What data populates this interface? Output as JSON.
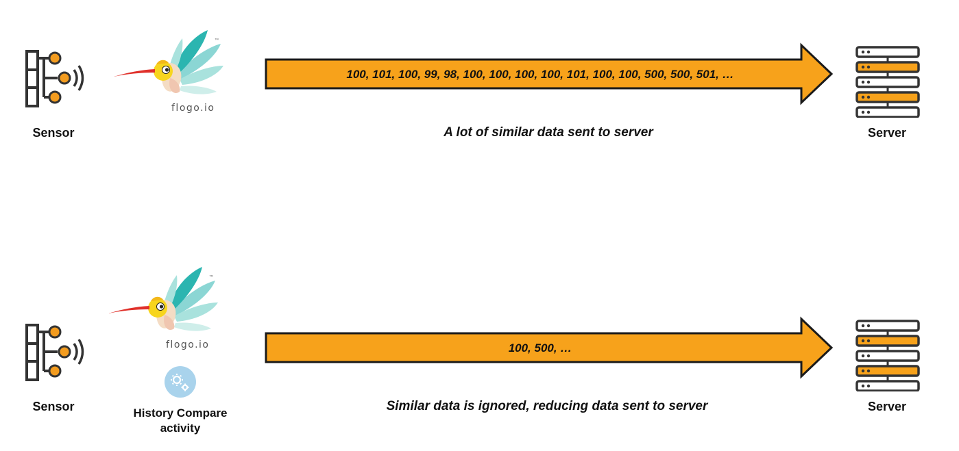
{
  "top_row": {
    "sensor_label": "Sensor",
    "flogo_wordmark": "flogo.io",
    "flogo_tm": "™",
    "arrow_text": "100, 101, 100, 99, 98, 100, 100, 100, 100, 101, 100, 100, 500, 500, 501, …",
    "caption": "A lot of similar data sent to server",
    "server_label": "Server"
  },
  "bottom_row": {
    "sensor_label": "Sensor",
    "flogo_wordmark": "flogo.io",
    "flogo_tm": "™",
    "activity_label_line1": "History Compare",
    "activity_label_line2": "activity",
    "arrow_text": "100, 500, …",
    "caption": "Similar data is ignored, reducing data sent to server",
    "server_label": "Server"
  },
  "colors": {
    "arrow_fill": "#f7a21b",
    "arrow_stroke": "#1a1a1a",
    "sensor_dot": "#f39c1f",
    "icon_stroke": "#333333",
    "server_highlight": "#f7a21b",
    "teal": "#2bb5b0",
    "light_teal": "#a9e2dd",
    "bird_yellow": "#f7d51e",
    "beak_red": "#e0312b",
    "activity_blue": "#a9d3ec"
  },
  "icons": {
    "sensor": "sensor-icon",
    "server": "server-icon",
    "flogo": "flogo-logo",
    "activity": "gears-icon"
  }
}
